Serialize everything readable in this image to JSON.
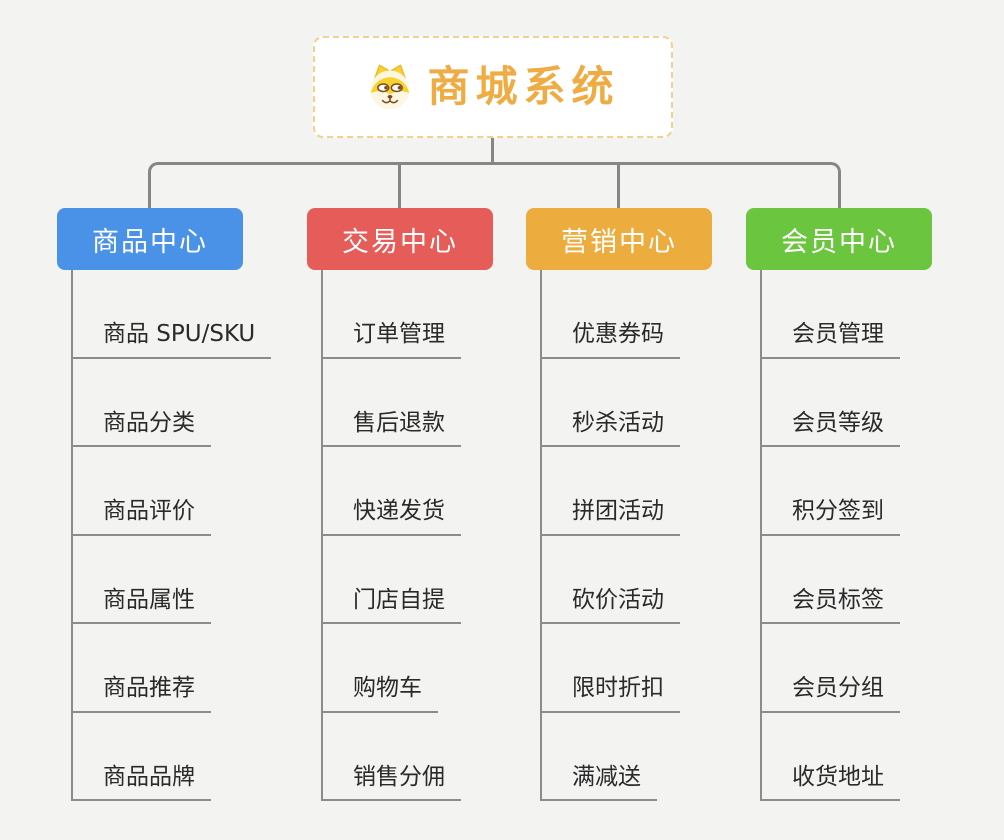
{
  "root": {
    "title": "商城系统",
    "icon": "dog-face-icon"
  },
  "branches": [
    {
      "label": "商品中心",
      "color": "#4a91e8",
      "items": [
        "商品 SPU/SKU",
        "商品分类",
        "商品评价",
        "商品属性",
        "商品推荐",
        "商品品牌"
      ]
    },
    {
      "label": "交易中心",
      "color": "#e65c58",
      "items": [
        "订单管理",
        "售后退款",
        "快递发货",
        "门店自提",
        "购物车",
        "销售分佣"
      ]
    },
    {
      "label": "营销中心",
      "color": "#ecac3e",
      "items": [
        "优惠券码",
        "秒杀活动",
        "拼团活动",
        "砍价活动",
        "限时折扣",
        "满减送"
      ]
    },
    {
      "label": "会员中心",
      "color": "#6cc53e",
      "items": [
        "会员管理",
        "会员等级",
        "积分签到",
        "会员标签",
        "会员分组",
        "收货地址"
      ]
    }
  ],
  "colors": {
    "background": "#f3f3f2",
    "connector_line": "#868686",
    "leaf_line": "#8c8c8c",
    "leaf_text": "#2a2a2a",
    "root_title": "#f0ac44",
    "root_border": "#f3cf92",
    "branch_text": "#ffffff"
  }
}
